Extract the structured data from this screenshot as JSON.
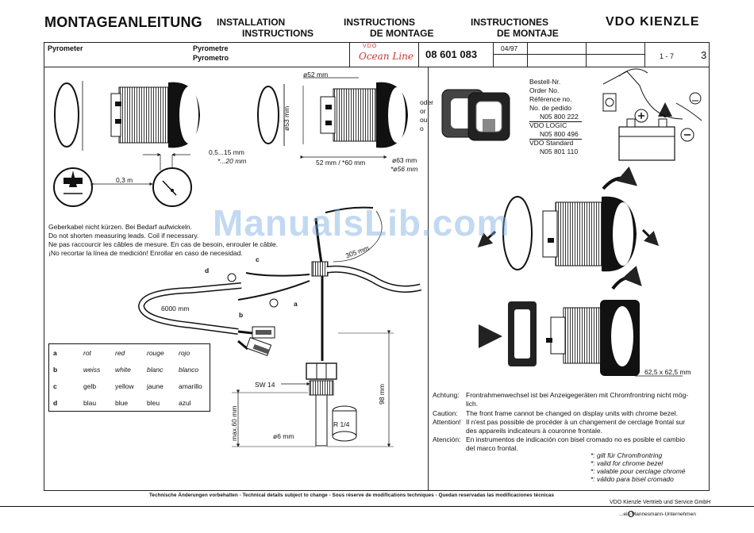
{
  "header": {
    "title": "MONTAGEANLEITUNG",
    "installation_1": "INSTALLATION",
    "installation_2": "INSTRUCTIONS",
    "fr_1": "INSTRUCTIONS",
    "fr_2": "DE MONTAGE",
    "es_1": "INSTRUCTIONES",
    "es_2": "DE MONTAJE",
    "brand": "VDO KIENZLE"
  },
  "titleblock": {
    "product": "Pyrometer",
    "product_fr": "Pyrometre",
    "product_es": "Pyrometro",
    "logo_top": "VDO",
    "logo_script": "Ocean Line",
    "part_no": "08 601 083",
    "date": "04/97",
    "pages": "1 - 7",
    "sheet": "3"
  },
  "dims": {
    "d52": "ø52 mm",
    "d53": "ø53 mm",
    "len52": "52 mm / *60 mm",
    "d63": "ø63 mm",
    "d56": "*ø56 mm",
    "thick": "0,5...15 mm",
    "thick2": "*...20 mm",
    "dist": "0,3 m",
    "cable305": "305 mm",
    "cable6000": "6000 mm",
    "sw14": "SW 14",
    "len98": "98 mm",
    "max60": "max.60 mm",
    "d6": "ø6 mm",
    "r14": "R 1/4",
    "frame": "62,5 x 62,5 mm"
  },
  "order_word": {
    "l1": "oder",
    "l2": "or",
    "l3": "ou",
    "l4": "o"
  },
  "order_info": {
    "l1": "Bestell-Nr.",
    "l2": "Order No.",
    "l3": "Référence no.",
    "l4": "No. de pedido",
    "l5": "N05 800 222",
    "l6": "VDO LOGIC",
    "l7": "N05 800 496",
    "l8": "VDO Standard",
    "l9": "N05 801 110"
  },
  "notes": {
    "de": "Geberkabel nicht kürzen. Bei Bedarf aufwickeln.",
    "en": "Do not shorten measuring leads. Coil if necessary.",
    "fr": "Ne pas raccourcir les câbles de mesure. En cas de besoin, enrouler le câble.",
    "es": "¡No recortar la línea de medición! Enrollar en caso de necesidad."
  },
  "labels": {
    "a": "a",
    "b": "b",
    "c": "c",
    "d": "d"
  },
  "color_table": {
    "rows": [
      [
        "a",
        "rot",
        "red",
        "rouge",
        "rojo"
      ],
      [
        "b",
        "weiss",
        "white",
        "blanc",
        "blanco"
      ],
      [
        "c",
        "gelb",
        "yellow",
        "jaune",
        "amarillo"
      ],
      [
        "d",
        "blau",
        "blue",
        "bleu",
        "azul"
      ]
    ]
  },
  "warnings": {
    "de_label": "Achtung:",
    "de_1": "Frontrahmenwechsel ist bei Anzeigegeräten mit Chromfrontring nicht mög-",
    "de_2": "lich.",
    "en_label": "Caution:",
    "en_1": "The front frame cannot be changed on display units with chrome bezel.",
    "fr_label": "Attention!",
    "fr_1": "Il n'est pas possible de procéder à un changement de cerclage frontal sur",
    "fr_2": "des appareils indicateurs à couronne frontale.",
    "es_label": "Atención:",
    "es_1": "En instrumentos de indicación con bisel cromado no es posible el cambio",
    "es_2": "del marco frontal."
  },
  "chrome_notes": {
    "de": "*: gilt für Chromfrontring",
    "en": "*: valid for chrome bezel",
    "fr": "*: valable pour cerclage chromé",
    "es": "*: válido para bisel cromado"
  },
  "footer": {
    "disclaimer": "Technische Änderungen vorbehalten  -  Technical details subject to change  -  Sous réserve de modifications techniques  -  Quedan reservadas las modificaciones técnicas",
    "company": "VDO Kienzle Vertrieb und Service GmbH",
    "group": "...ein    Mannesmann-Unternehmen"
  },
  "watermark": "ManualsLib.com"
}
